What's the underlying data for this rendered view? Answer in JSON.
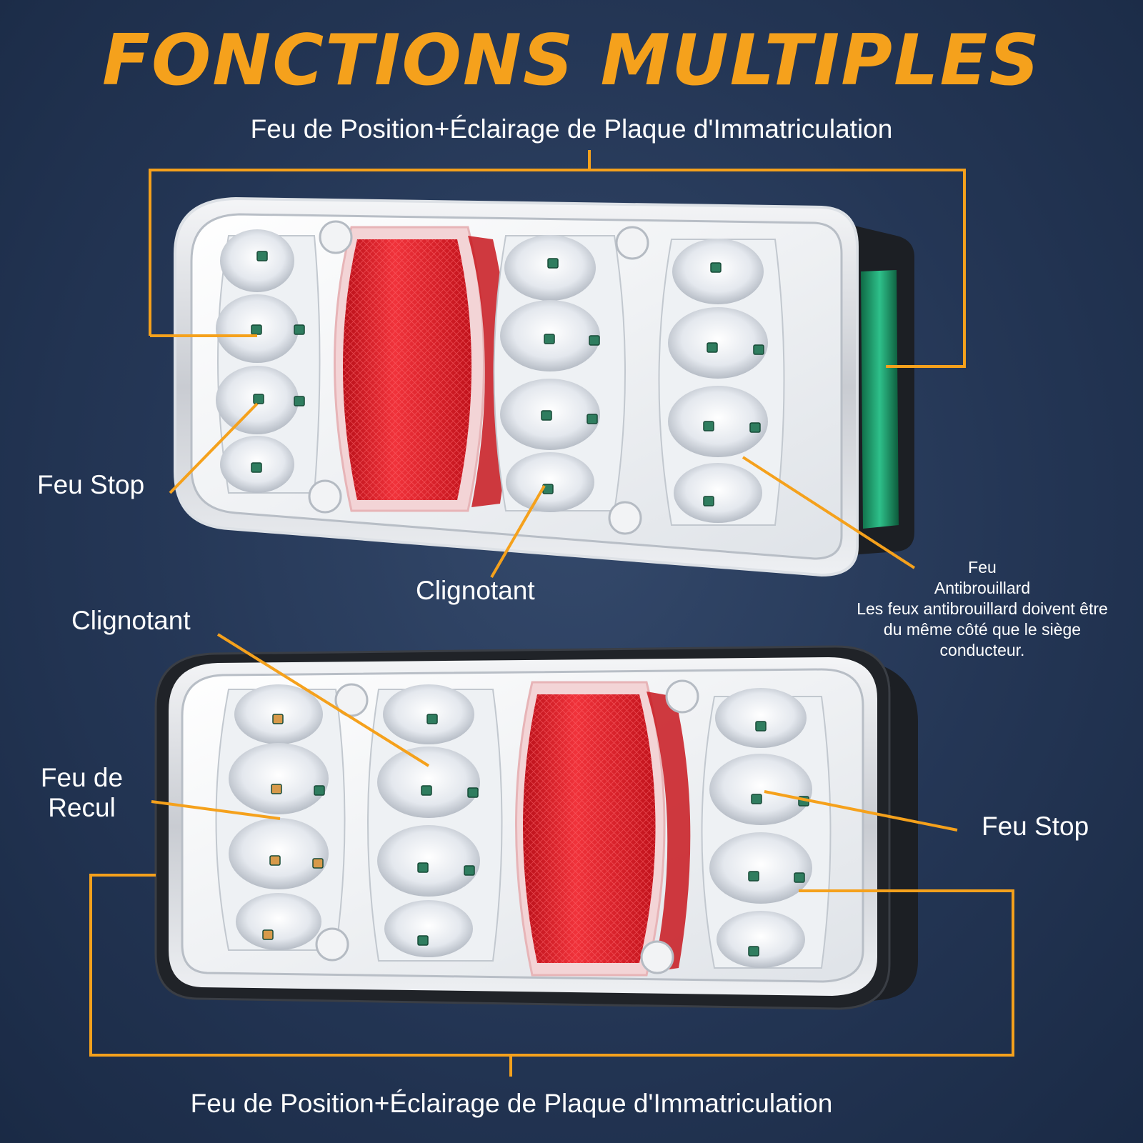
{
  "title": "FONCTIONS MULTIPLES",
  "captions": {
    "top": "Feu de Position+Éclairage de Plaque d'Immatriculation",
    "bottom": "Feu de Position+Éclairage de Plaque d'Immatriculation"
  },
  "labels": {
    "top_stop": "Feu Stop",
    "top_turn": "Clignotant",
    "fog_title_1": "Feu",
    "fog_title_2": "Antibrouillard",
    "fog_note_1": "Les feux antibrouillard doivent être",
    "fog_note_2": "du même côté que le siège",
    "fog_note_3": "conducteur.",
    "bottom_turn": "Clignotant",
    "reverse_1": "Feu de",
    "reverse_2": "Recul",
    "bottom_stop": "Feu Stop"
  },
  "colors": {
    "accent": "#f5a11c",
    "background": "#243655",
    "reflector": "#e0202a",
    "side_marker": "#1f9a6a"
  }
}
